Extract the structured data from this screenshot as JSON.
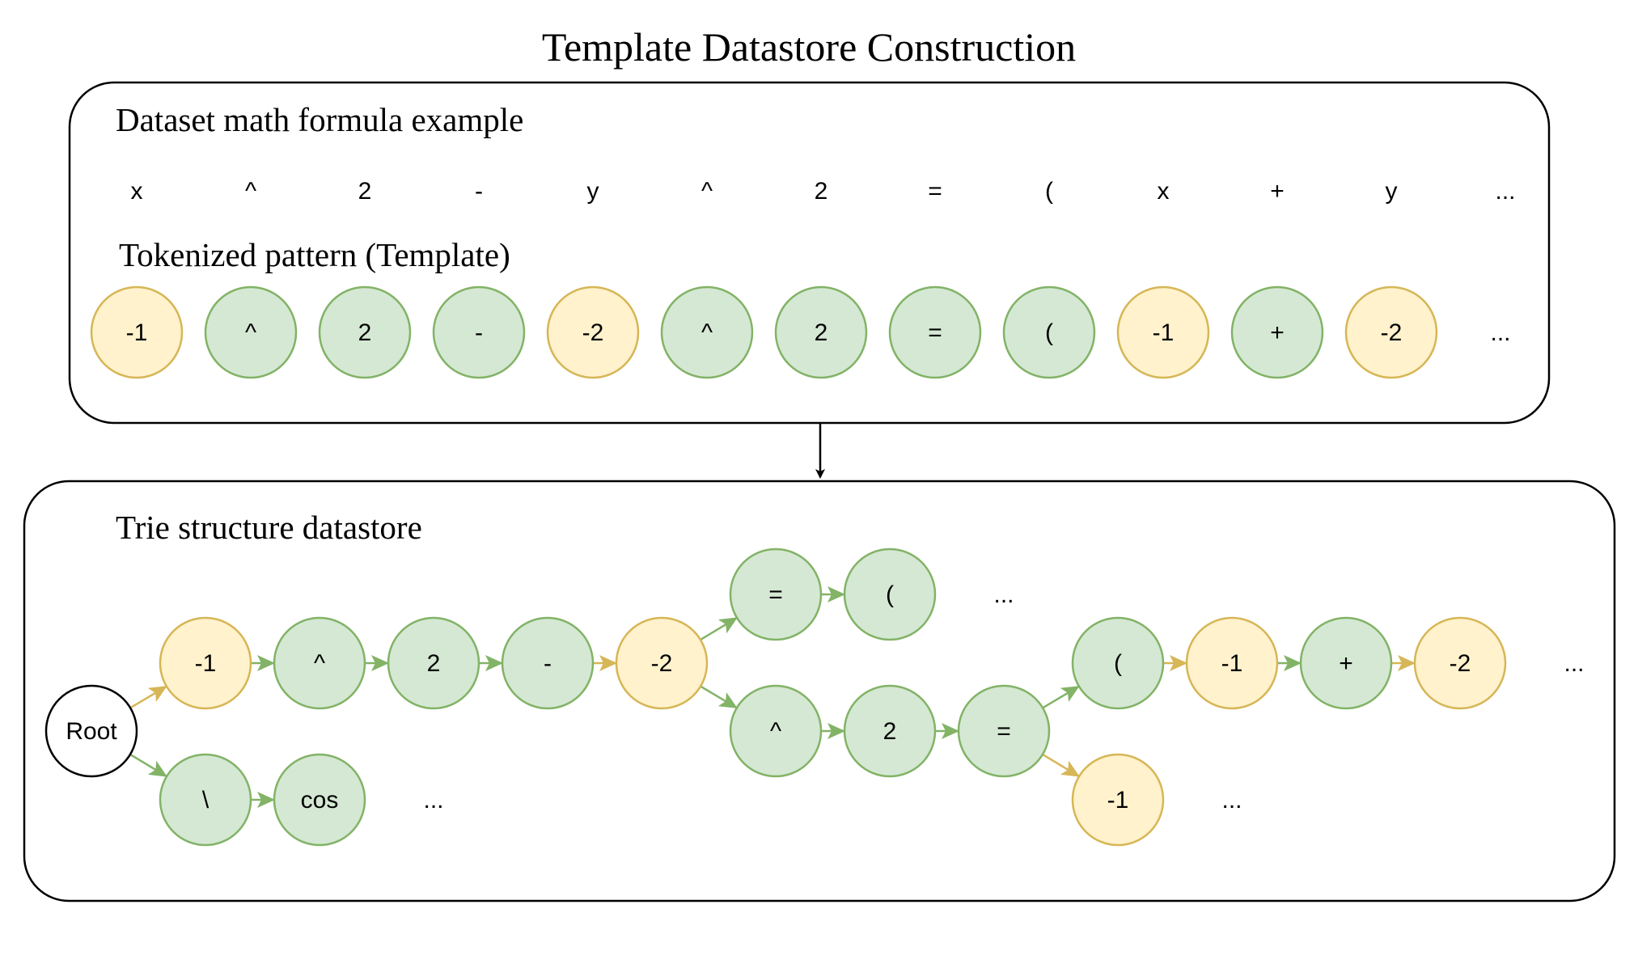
{
  "title": "Template Datastore Construction",
  "colors": {
    "variable_fill": "#fff2cc",
    "variable_stroke": "#d6b656",
    "symbol_fill": "#d5e8d4",
    "symbol_stroke": "#82b366",
    "root_fill": "#ffffff",
    "root_stroke": "#000000"
  },
  "top_panel": {
    "formula_label": "Dataset math formula example",
    "formula_tokens": [
      "x",
      "^",
      "2",
      "-",
      "y",
      "^",
      "2",
      "=",
      "(",
      "x",
      "+",
      "y",
      "..."
    ],
    "template_label": "Tokenized pattern (Template)",
    "template_tokens": [
      {
        "text": "-1",
        "kind": "variable"
      },
      {
        "text": "^",
        "kind": "symbol"
      },
      {
        "text": "2",
        "kind": "symbol"
      },
      {
        "text": "-",
        "kind": "symbol"
      },
      {
        "text": "-2",
        "kind": "variable"
      },
      {
        "text": "^",
        "kind": "symbol"
      },
      {
        "text": "2",
        "kind": "symbol"
      },
      {
        "text": "=",
        "kind": "symbol"
      },
      {
        "text": "(",
        "kind": "symbol"
      },
      {
        "text": "-1",
        "kind": "variable"
      },
      {
        "text": "+",
        "kind": "symbol"
      },
      {
        "text": "-2",
        "kind": "variable"
      }
    ],
    "template_ellipsis": "..."
  },
  "bottom_panel": {
    "label": "Trie structure datastore",
    "nodes": [
      {
        "id": "root",
        "text": "Root",
        "kind": "root"
      },
      {
        "id": "a1",
        "text": "-1",
        "kind": "variable"
      },
      {
        "id": "a2",
        "text": "^",
        "kind": "symbol"
      },
      {
        "id": "a3",
        "text": "2",
        "kind": "symbol"
      },
      {
        "id": "a4",
        "text": "-",
        "kind": "symbol"
      },
      {
        "id": "a5",
        "text": "-2",
        "kind": "variable"
      },
      {
        "id": "b1",
        "text": "=",
        "kind": "symbol"
      },
      {
        "id": "b2",
        "text": "(",
        "kind": "symbol"
      },
      {
        "id": "c1",
        "text": "^",
        "kind": "symbol"
      },
      {
        "id": "c2",
        "text": "2",
        "kind": "symbol"
      },
      {
        "id": "c3",
        "text": "=",
        "kind": "symbol"
      },
      {
        "id": "d1",
        "text": "(",
        "kind": "symbol"
      },
      {
        "id": "d2",
        "text": "-1",
        "kind": "variable"
      },
      {
        "id": "d3",
        "text": "+",
        "kind": "symbol"
      },
      {
        "id": "d4",
        "text": "-2",
        "kind": "variable"
      },
      {
        "id": "e1",
        "text": "-1",
        "kind": "variable"
      },
      {
        "id": "f1",
        "text": "\\",
        "kind": "symbol"
      },
      {
        "id": "f2",
        "text": "cos",
        "kind": "symbol"
      }
    ],
    "edges": [
      [
        "root",
        "a1"
      ],
      [
        "a1",
        "a2"
      ],
      [
        "a2",
        "a3"
      ],
      [
        "a3",
        "a4"
      ],
      [
        "a4",
        "a5"
      ],
      [
        "a5",
        "b1"
      ],
      [
        "b1",
        "b2"
      ],
      [
        "a5",
        "c1"
      ],
      [
        "c1",
        "c2"
      ],
      [
        "c2",
        "c3"
      ],
      [
        "c3",
        "d1"
      ],
      [
        "d1",
        "d2"
      ],
      [
        "d2",
        "d3"
      ],
      [
        "d3",
        "d4"
      ],
      [
        "c3",
        "e1"
      ],
      [
        "root",
        "f1"
      ],
      [
        "f1",
        "f2"
      ]
    ],
    "ellipses": [
      {
        "id": "after-b2",
        "text": "..."
      },
      {
        "id": "after-d4",
        "text": "..."
      },
      {
        "id": "after-e1",
        "text": "..."
      },
      {
        "id": "after-f2",
        "text": "..."
      }
    ]
  }
}
